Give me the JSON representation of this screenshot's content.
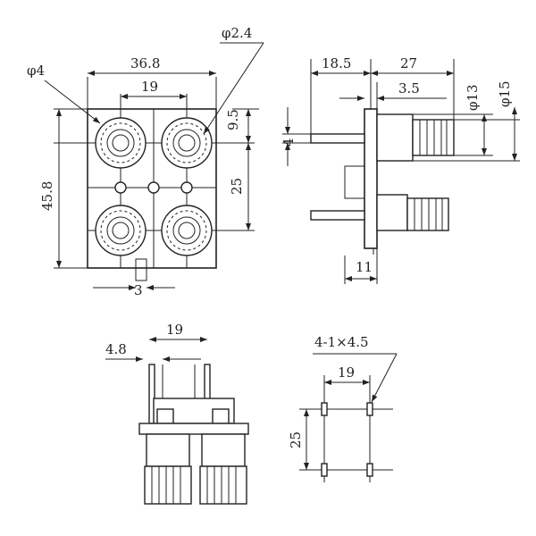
{
  "front_view": {
    "width": "36.8",
    "center_spacing": "19",
    "height": "45.8",
    "vertical_spacing": "25",
    "top_offset": "9.5",
    "small_hole": "φ4",
    "pin_hole": "φ2.4",
    "tab_width": "3"
  },
  "side_view": {
    "length_a": "18.5",
    "length_b": "27",
    "length_c": "3.5",
    "diameter_a": "φ13",
    "diameter_b": "φ15",
    "pin_dia": "4",
    "panel_thickness": "11"
  },
  "bottom_view": {
    "spacing": "19",
    "offset": "4.8"
  },
  "hole_pattern": {
    "holes": "4-1×4.5",
    "spacing_x": "19",
    "spacing_y": "25"
  }
}
